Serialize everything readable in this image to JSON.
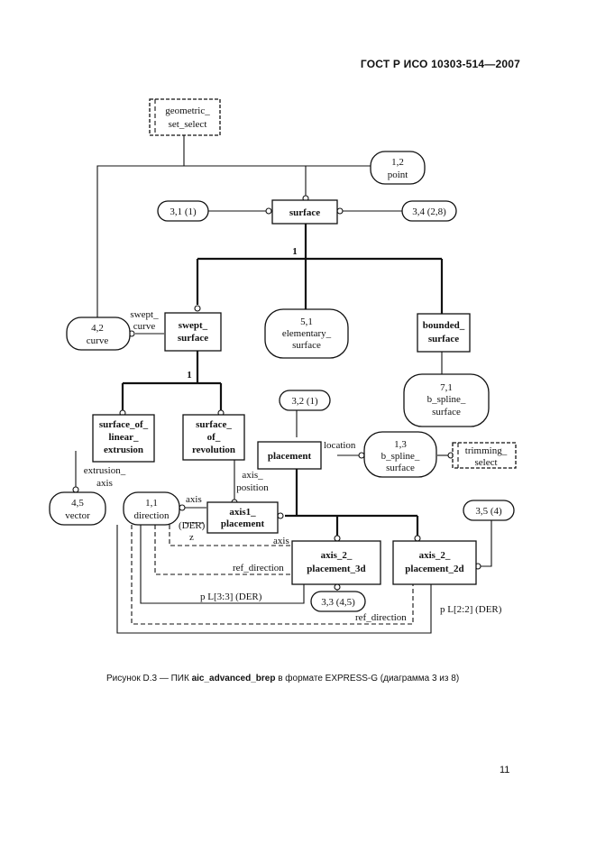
{
  "header": {
    "doc_id": "ГОСТ Р ИСО 10303-514—2007"
  },
  "diagram": {
    "geometric_set_select": [
      "geometric_",
      "set_select"
    ],
    "point_ref": [
      "1,2",
      "point"
    ],
    "ref_3_1": "3,1 (1)",
    "ref_3_4": "3,4 (2,8)",
    "surface": "surface",
    "one_a": "1",
    "one_b": "1",
    "curve_ref": [
      "4,2",
      "curve"
    ],
    "swept_curve_label": [
      "swept_",
      "curve"
    ],
    "swept_surface": [
      "swept_",
      "surface"
    ],
    "elementary_surface_ref": [
      "5,1",
      "elementary_",
      "surface"
    ],
    "bounded_surface": [
      "bounded_",
      "surface"
    ],
    "b_spline_surface_ref_1": [
      "7,1",
      "b_spline_",
      "surface"
    ],
    "surface_of_linear_extrusion": [
      "surface_of_",
      "linear_",
      "extrusion"
    ],
    "surface_of_revolution": [
      "surface_",
      "of_",
      "revolution"
    ],
    "ref_3_2": "3,2 (1)",
    "placement": "placement",
    "location_label": "location",
    "b_spline_surface_ref_2": [
      "1,3",
      "b_spline_",
      "surface"
    ],
    "trimming_select": [
      "trimming_",
      "select"
    ],
    "extrusion_axis_label": [
      "extrusion_",
      "axis"
    ],
    "vector_ref": [
      "4,5",
      "vector"
    ],
    "axis_position_label": [
      "axis_",
      "position"
    ],
    "direction_ref": [
      "1,1",
      "direction"
    ],
    "axis_label_1": "axis",
    "der_label": "(DER)",
    "z_label": "z",
    "axis1_placement": [
      "axis1_",
      "placement"
    ],
    "axis_label_2": "axis",
    "axis_2_placement_3d": [
      "axis_2_",
      "placement_3d"
    ],
    "axis_2_placement_2d": [
      "axis_2_",
      "placement_2d"
    ],
    "ref_3_5": "3,5 (4)",
    "ref_direction_label_1": "ref_direction",
    "p_3_3_label": "p L[3:3] (DER)",
    "ref_3_3": "3,3 (4,5)",
    "ref_direction_label_2": "ref_direction",
    "p_2_2_label": "p L[2:2] (DER)"
  },
  "caption": {
    "prefix": "Рисунок D.3 — ПИК ",
    "entity": "aic_advanced_brep",
    "suffix": " в формате EXPRESS-G (диаграмма 3 из 8)"
  },
  "page_number": "11"
}
